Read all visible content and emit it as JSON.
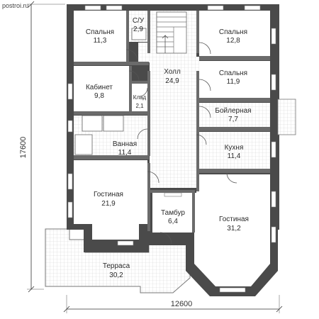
{
  "watermark": "postroi.ru",
  "dimensions": {
    "width": "12600",
    "height": "17600"
  },
  "rooms": [
    {
      "id": "bedroom-1",
      "name": "Спальня",
      "area": "11,3"
    },
    {
      "id": "wc",
      "name": "С/У",
      "area": "2,9"
    },
    {
      "id": "bedroom-2",
      "name": "Спальня",
      "area": "12,8"
    },
    {
      "id": "hall",
      "name": "Холл",
      "area": "24,9"
    },
    {
      "id": "bedroom-3",
      "name": "Спальня",
      "area": "11,9"
    },
    {
      "id": "study",
      "name": "Кабинет",
      "area": "9,8"
    },
    {
      "id": "storage",
      "name": "Клад",
      "area": "2,1"
    },
    {
      "id": "boiler",
      "name": "Бойлерная",
      "area": "7,7"
    },
    {
      "id": "bathroom",
      "name": "Ванная",
      "area": "11,4"
    },
    {
      "id": "kitchen",
      "name": "Кухня",
      "area": "11,4"
    },
    {
      "id": "living-1",
      "name": "Гостиная",
      "area": "21,9"
    },
    {
      "id": "vestibule",
      "name": "Тамбур",
      "area": "6,4"
    },
    {
      "id": "living-2",
      "name": "Гостиная",
      "area": "31,2"
    },
    {
      "id": "terrace",
      "name": "Терраса",
      "area": "30,2"
    }
  ]
}
